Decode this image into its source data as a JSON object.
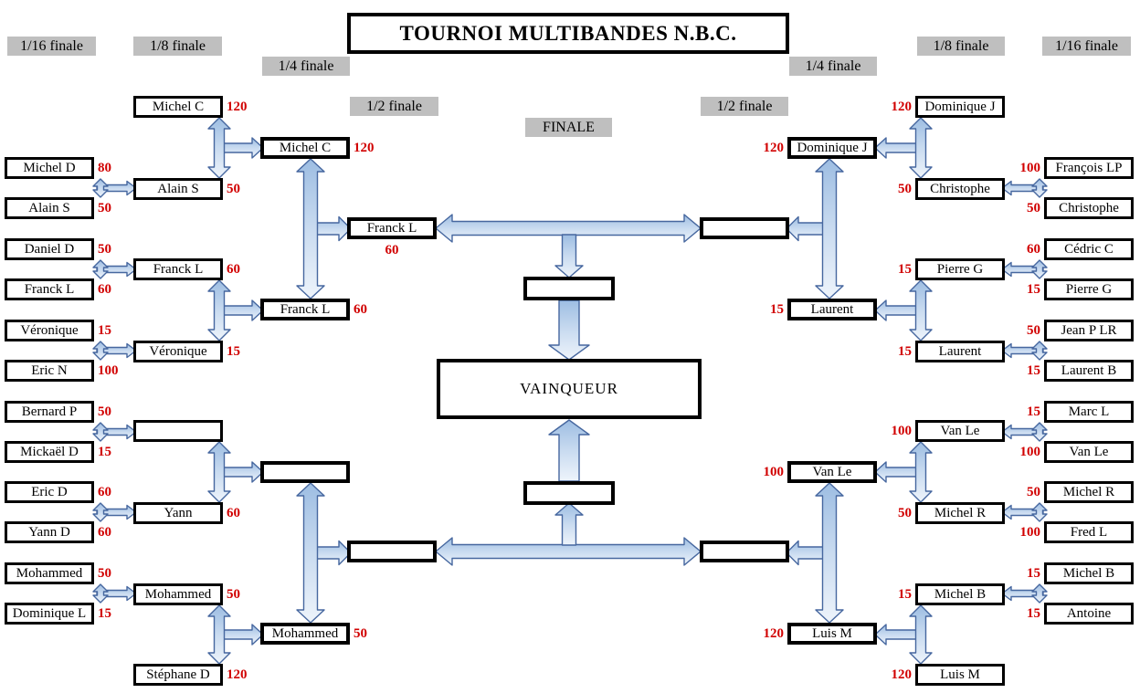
{
  "title": "TOURNOI MULTIBANDES N.B.C.",
  "winner_label": "VAINQUEUR",
  "round_labels": {
    "left_16": "1/16 finale",
    "left_8": "1/8 finale",
    "left_4": "1/4 finale",
    "left_2": "1/2 finale",
    "finale": "FINALE",
    "right_2": "1/2 finale",
    "right_4": "1/4 finale",
    "right_8": "1/8 finale",
    "right_16": "1/16 finale"
  },
  "colors": {
    "score_text": "#d10000",
    "label_background": "#bfbfbf",
    "box_border": "#000000",
    "arrow_fill_dark": "#9dbde2",
    "arrow_fill_light": "#eef4fb",
    "arrow_stroke": "#46679f"
  },
  "bracket": {
    "left_16": [
      {
        "name": "Michel D",
        "score": "80"
      },
      {
        "name": "Alain S",
        "score": "50"
      },
      {
        "name": "Daniel D",
        "score": "50"
      },
      {
        "name": "Franck L",
        "score": "60"
      },
      {
        "name": "Véronique",
        "score": "15"
      },
      {
        "name": "Eric N",
        "score": "100"
      },
      {
        "name": "Bernard P",
        "score": "50"
      },
      {
        "name": "Mickaël D",
        "score": "15"
      },
      {
        "name": "Eric D",
        "score": "60"
      },
      {
        "name": "Yann D",
        "score": "60"
      },
      {
        "name": "Mohammed",
        "score": "50"
      },
      {
        "name": "Dominique L",
        "score": "15"
      }
    ],
    "left_8": [
      {
        "name": "Michel C",
        "score": "120"
      },
      {
        "name": "Alain S",
        "score": "50"
      },
      {
        "name": "Franck L",
        "score": "60"
      },
      {
        "name": "Véronique",
        "score": "15"
      },
      {
        "name": "",
        "score": ""
      },
      {
        "name": "Yann",
        "score": "60"
      },
      {
        "name": "Mohammed",
        "score": "50"
      },
      {
        "name": "Stéphane D",
        "score": "120"
      }
    ],
    "left_4": [
      {
        "name": "Michel C",
        "score": "120"
      },
      {
        "name": "Franck L",
        "score": "60"
      },
      {
        "name": "",
        "score": ""
      },
      {
        "name": "Mohammed",
        "score": "50"
      }
    ],
    "left_2": [
      {
        "name": "Franck L",
        "score": "60"
      },
      {
        "name": "",
        "score": ""
      }
    ],
    "finalists": [
      {
        "name": "",
        "score": ""
      },
      {
        "name": "",
        "score": ""
      }
    ],
    "right_2": [
      {
        "name": "",
        "score": ""
      },
      {
        "name": "",
        "score": ""
      }
    ],
    "right_4": [
      {
        "name": "Dominique J",
        "score": "120"
      },
      {
        "name": "Laurent",
        "score": "15"
      },
      {
        "name": "Van Le",
        "score": "100"
      },
      {
        "name": "Luis M",
        "score": "120"
      }
    ],
    "right_8": [
      {
        "name": "Dominique J",
        "score": "120"
      },
      {
        "name": "Christophe",
        "score": "50"
      },
      {
        "name": "Pierre G",
        "score": "15"
      },
      {
        "name": "Laurent",
        "score": "15"
      },
      {
        "name": "Van Le",
        "score": "100"
      },
      {
        "name": "Michel R",
        "score": "50"
      },
      {
        "name": "Michel B",
        "score": "15"
      },
      {
        "name": "Luis M",
        "score": "120"
      }
    ],
    "right_16": [
      {
        "name": "François LP",
        "score": "100"
      },
      {
        "name": "Christophe",
        "score": "50"
      },
      {
        "name": "Cédric C",
        "score": "60"
      },
      {
        "name": "Pierre G",
        "score": "15"
      },
      {
        "name": "Jean P LR",
        "score": "50"
      },
      {
        "name": "Laurent B",
        "score": "15"
      },
      {
        "name": "Marc L",
        "score": "15"
      },
      {
        "name": "Van Le",
        "score": "100"
      },
      {
        "name": "Michel R",
        "score": "50"
      },
      {
        "name": "Fred L",
        "score": "100"
      },
      {
        "name": "Michel B",
        "score": "15"
      },
      {
        "name": "Antoine",
        "score": "15"
      }
    ]
  }
}
